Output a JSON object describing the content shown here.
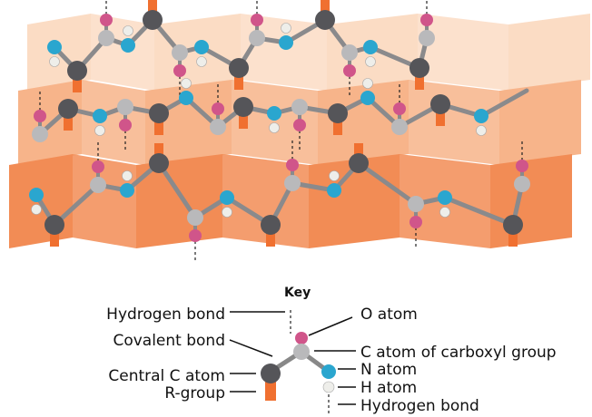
{
  "title": "Beta-pleated sheet",
  "key": {
    "title": "Key",
    "labels_left": [
      "Hydrogen bond",
      "Covalent bond",
      "Central C atom",
      "R-group"
    ],
    "labels_right": [
      "O atom",
      "C atom of carboxyl group",
      "N atom",
      "H atom",
      "Hydrogen bond"
    ]
  },
  "colors": {
    "oxygen": "#d0558a",
    "carboxyl_carbon": "#b9b9bb",
    "central_carbon": "#555559",
    "nitrogen": "#2aa6cf",
    "hydrogen": "#eeeeea",
    "r_group": "#f07030",
    "band_top": "#fbdcc4",
    "band_middle": "#f7b48a",
    "band_bottom": "#f28c55"
  }
}
